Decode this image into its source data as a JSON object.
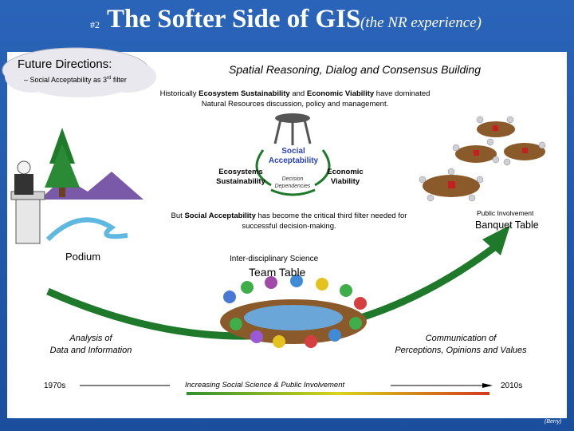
{
  "header": {
    "number": "#2",
    "title": "The Softer Side of GIS",
    "subtitle": "(the NR experience)"
  },
  "future": {
    "title": "Future Directions:",
    "sub_prefix": "– Social Acceptability as 3",
    "sub_sup": "rd",
    "sub_suffix": " filter"
  },
  "spatial_title": "Spatial  Reasoning, Dialog and Consensus Building",
  "historically": {
    "t1": "Historically ",
    "b1": "Ecosystem Sustainability",
    "t2": " and ",
    "b2": "Economic Viability",
    "t3": " have dominated Natural Resources discussion, policy and management."
  },
  "stool": {
    "social_line1": "Social",
    "social_line2": "Acceptability",
    "eco_sus_line1": "Ecosystems",
    "eco_sus_line2": "Sustainability",
    "eco_via_line1": "Economic",
    "eco_via_line2": "Viability",
    "decision_line1": "Decision",
    "decision_line2": "Dependencies"
  },
  "but_text": {
    "t1": "But ",
    "b1": "Social Acceptability",
    "t2": " has become the critical third filter needed for successful decision-making."
  },
  "podium_label": "Podium",
  "interdisciplinary_label": "Inter-disciplinary Science",
  "team_table_label": "Team Table",
  "public_involvement_label": "Public Involvement",
  "banquet_table_label": "Banquet Table",
  "analysis": {
    "line1": "Analysis of",
    "line2": "Data and Information"
  },
  "communication": {
    "line1": "Communication of",
    "line2": "Perceptions, Opinions and Values"
  },
  "timeline": {
    "start": "1970s",
    "end": "2010s",
    "caption": "Increasing Social Science & Public Involvement"
  },
  "credit": "(Berry)",
  "colors": {
    "background": "#2a64b8",
    "arrow_green": "#1e7a2a",
    "social_blue": "#2a43b8",
    "table_brown": "#8b5a2b"
  }
}
